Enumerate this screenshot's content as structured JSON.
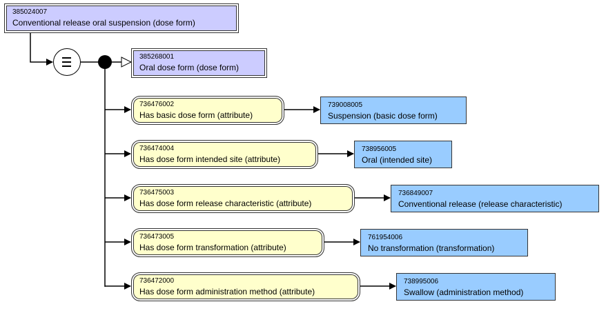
{
  "root": {
    "sctid": "385024007",
    "term": "Conventional release oral suspension (dose form)"
  },
  "parent": {
    "sctid": "385268001",
    "term": "Oral dose form (dose form)"
  },
  "attributes": [
    {
      "attr": {
        "sctid": "736476002",
        "term": "Has basic dose form (attribute)"
      },
      "value": {
        "sctid": "739008005",
        "term": "Suspension (basic dose form)"
      }
    },
    {
      "attr": {
        "sctid": "736474004",
        "term": "Has dose form intended site (attribute)"
      },
      "value": {
        "sctid": "738956005",
        "term": "Oral (intended site)"
      }
    },
    {
      "attr": {
        "sctid": "736475003",
        "term": "Has dose form release characteristic (attribute)"
      },
      "value": {
        "sctid": "736849007",
        "term": "Conventional release (release characteristic)"
      }
    },
    {
      "attr": {
        "sctid": "736473005",
        "term": "Has dose form transformation (attribute)"
      },
      "value": {
        "sctid": "761954006",
        "term": "No transformation (transformation)"
      }
    },
    {
      "attr": {
        "sctid": "736472000",
        "term": "Has dose form administration method (attribute)"
      },
      "value": {
        "sctid": "738995006",
        "term": "Swallow (administration method)"
      }
    }
  ],
  "colors": {
    "defined": "#ccccff",
    "attribute": "#ffffcc",
    "value": "#99ccff",
    "line": "#000000"
  }
}
